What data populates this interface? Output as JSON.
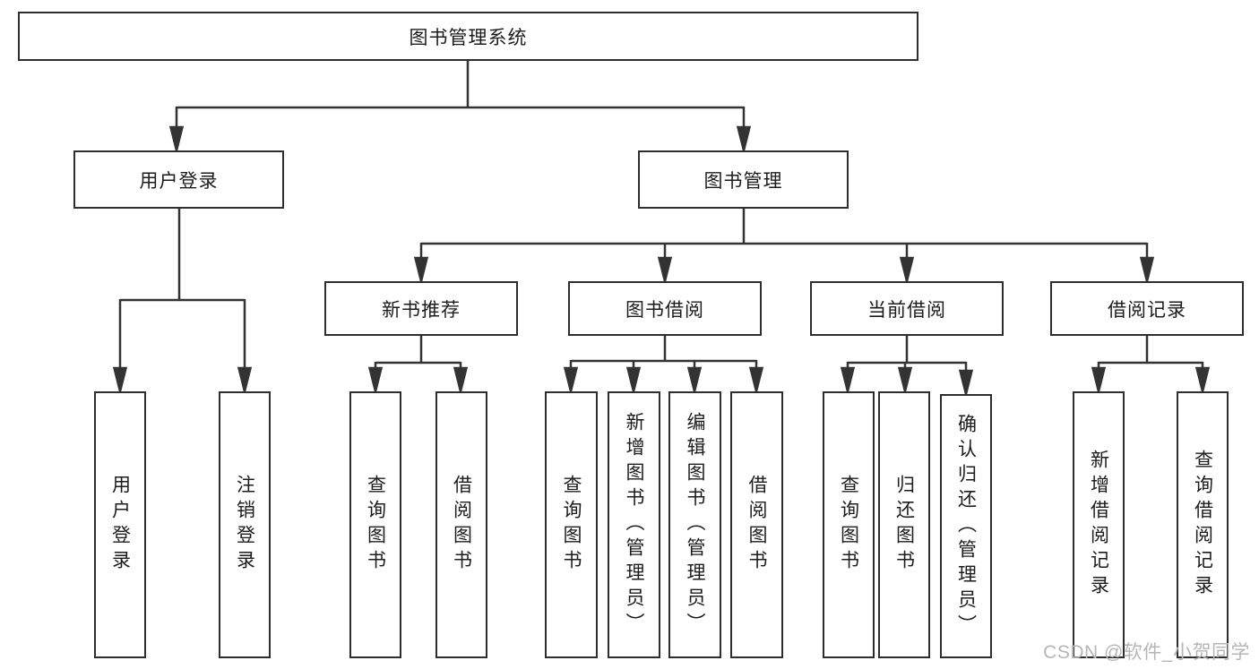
{
  "diagram": {
    "type": "hierarchy-tree",
    "root": {
      "label": "图书管理系统",
      "children": [
        {
          "label": "用户登录",
          "children": [
            {
              "label": "用户登录"
            },
            {
              "label": "注销登录"
            }
          ]
        },
        {
          "label": "图书管理",
          "children": [
            {
              "label": "新书推荐",
              "children": [
                {
                  "label": "查询图书"
                },
                {
                  "label": "借阅图书"
                }
              ]
            },
            {
              "label": "图书借阅",
              "children": [
                {
                  "label": "查询图书"
                },
                {
                  "label": "新增图书（管理员）"
                },
                {
                  "label": "编辑图书（管理员）"
                },
                {
                  "label": "借阅图书"
                }
              ]
            },
            {
              "label": "当前借阅",
              "children": [
                {
                  "label": "查询图书"
                },
                {
                  "label": "归还图书"
                },
                {
                  "label": "确认归还（管理员）"
                }
              ]
            },
            {
              "label": "借阅记录",
              "children": [
                {
                  "label": "新增借阅记录"
                },
                {
                  "label": "查询借阅记录"
                }
              ]
            }
          ]
        }
      ]
    },
    "watermark": "CSDN @软件_小贺同学",
    "colors": {
      "line": "#333333",
      "box_border": "#2e2e2e",
      "text": "#1c1c1c",
      "background": "#ffffff",
      "watermark": "#b6b6b6"
    }
  }
}
